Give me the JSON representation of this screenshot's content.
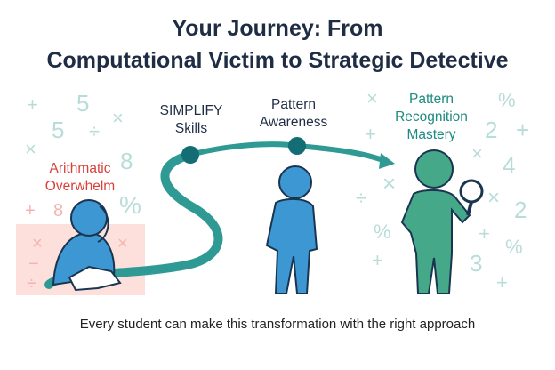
{
  "title": {
    "line1": "Your Journey: From",
    "line2": "Computational Victim to Strategic Detective"
  },
  "stages": [
    {
      "line1": "Arithmatic",
      "line2": "Overwhelm"
    },
    {
      "line1": "SIMPLIFY",
      "line2": "Skills"
    },
    {
      "line1": "Pattern",
      "line2": "Awareness"
    },
    {
      "line1": "Pattern",
      "line2": "Recognition",
      "line3": "Mastery"
    }
  ],
  "footer": "Every student can make this transformation with the right approach",
  "colors": {
    "title": "#1f2d44",
    "path": "#2f9a94",
    "dot": "#136d74",
    "overwhelm": "#d9403a",
    "mastery": "#1e8a80",
    "student_blue": "#3d97d3",
    "detective_green": "#45a889",
    "pink_zone": "#fde0dc"
  },
  "decor_symbols": {
    "left": [
      "+",
      "5",
      "×",
      "5",
      "÷",
      "×",
      "8",
      "%"
    ],
    "pink": [
      "+",
      "8",
      "×",
      "×",
      "−",
      "÷"
    ],
    "right": [
      "×",
      "%",
      "+",
      "2",
      "+",
      "×",
      "4",
      "×",
      "÷",
      "×",
      "2",
      "%",
      "+",
      "%",
      "3",
      "+"
    ]
  }
}
